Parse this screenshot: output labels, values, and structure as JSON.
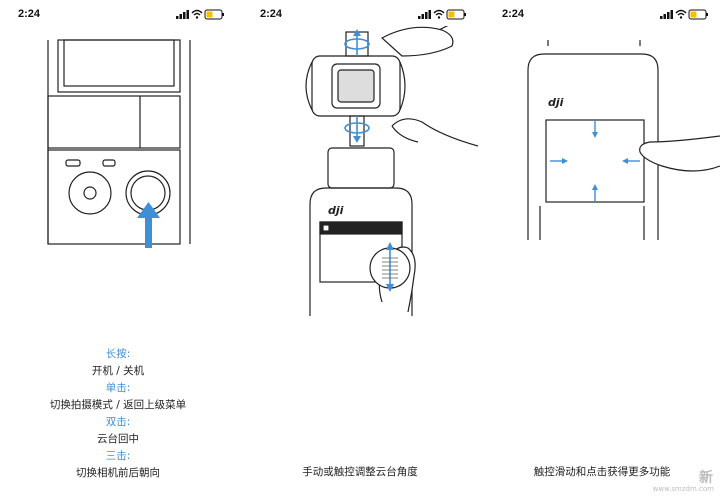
{
  "accent_color": "#3f8fd6",
  "panels": [
    {
      "time": "2:24",
      "captions": [
        {
          "kind": "head",
          "text": "长按:"
        },
        {
          "kind": "body",
          "text": "开机 / 关机"
        },
        {
          "kind": "head",
          "text": "单击:"
        },
        {
          "kind": "body",
          "text": "切换拍摄模式 / 返回上级菜单"
        },
        {
          "kind": "head",
          "text": "双击:"
        },
        {
          "kind": "body",
          "text": "云台回中"
        },
        {
          "kind": "head",
          "text": "三击:"
        },
        {
          "kind": "body",
          "text": "切换相机前后朝向"
        }
      ]
    },
    {
      "time": "2:24",
      "logo": "dji",
      "captions": [
        {
          "kind": "body",
          "text": "手动或触控调整云台角度"
        }
      ]
    },
    {
      "time": "2:24",
      "logo": "dji",
      "captions": [
        {
          "kind": "body",
          "text": "触控滑动和点击获得更多功能"
        }
      ]
    }
  ],
  "watermark": {
    "text": "新",
    "sub": "www.smzdm.com"
  }
}
